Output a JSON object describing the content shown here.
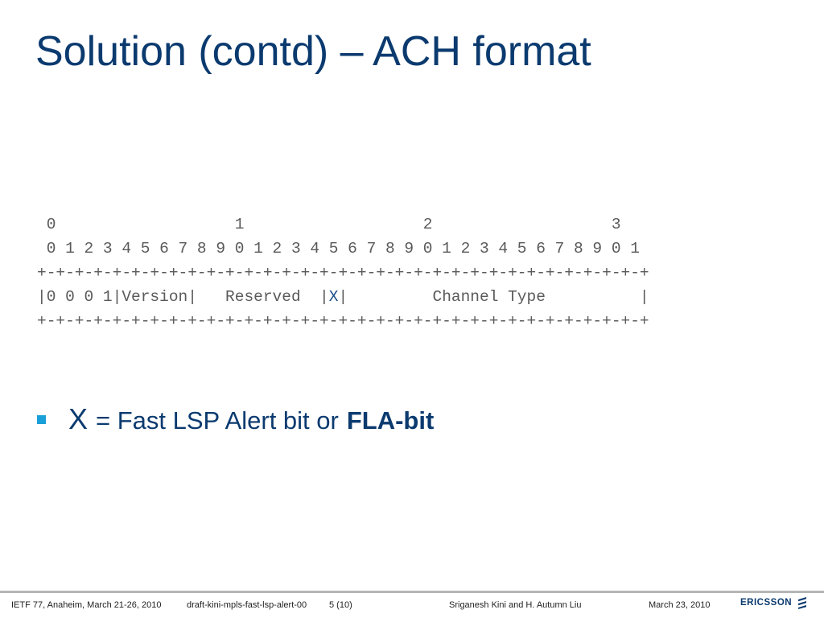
{
  "slide": {
    "title": "Solution (contd) – ACH format"
  },
  "diagram": {
    "line1": " 0                   1                   2                   3",
    "line2": " 0 1 2 3 4 5 6 7 8 9 0 1 2 3 4 5 6 7 8 9 0 1 2 3 4 5 6 7 8 9 0 1",
    "line3": "+-+-+-+-+-+-+-+-+-+-+-+-+-+-+-+-+-+-+-+-+-+-+-+-+-+-+-+-+-+-+-+-+",
    "line4_pre": "|0 0 0 1|Version|   Reserved  |",
    "line4_x": "X",
    "line4_post": "|         Channel Type          |",
    "line5": "+-+-+-+-+-+-+-+-+-+-+-+-+-+-+-+-+-+-+-+-+-+-+-+-+-+-+-+-+-+-+-+-+"
  },
  "bullet": {
    "x": "X",
    "text": "= Fast LSP Alert bit or",
    "bold": "FLA-bit"
  },
  "footer": {
    "event": "IETF 77, Anaheim, March 21-26, 2010",
    "draft": "draft-kini-mpls-fast-lsp-alert-00",
    "page": "5 (10)",
    "authors": "Sriganesh Kini and H. Autumn Liu",
    "date": "March 23, 2010",
    "logo": "ERICSSON"
  },
  "colors": {
    "title": "#0b3a6f",
    "bullet": "#1aa0d8",
    "rule": "#b5b5b5"
  },
  "icons": {
    "bullet": "square-bullet-icon",
    "logo": "ericsson-logo-icon"
  }
}
